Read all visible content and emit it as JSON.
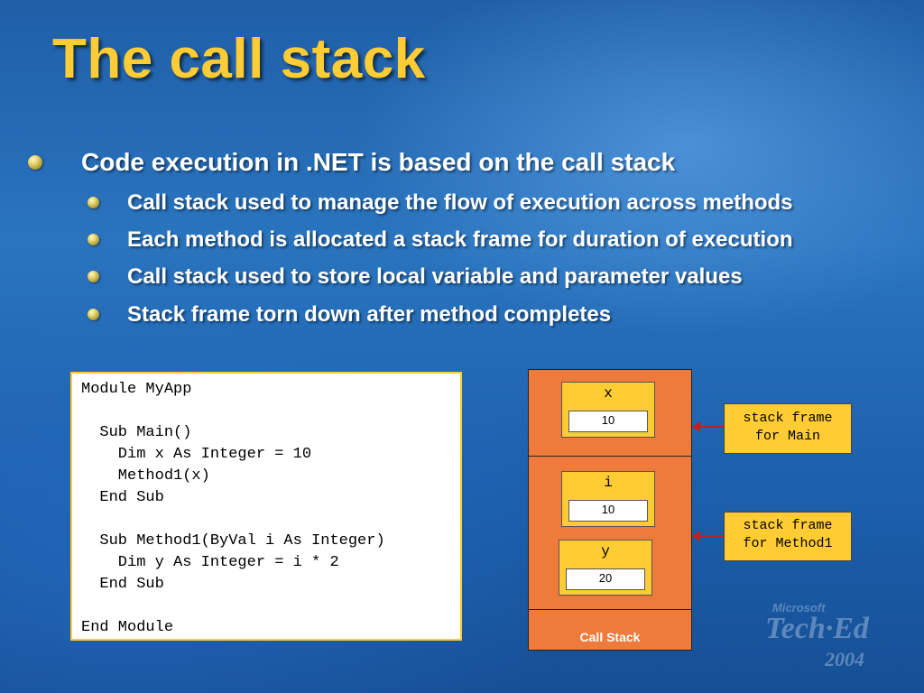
{
  "title": "The call stack",
  "bullets": {
    "main": "Code execution in .NET is based on the call stack",
    "sub": [
      "Call stack used to manage the flow of execution across methods",
      "Each method is allocated a stack frame for duration of execution",
      "Call stack used to store local variable and parameter values",
      "Stack frame torn down after method completes"
    ]
  },
  "code": {
    "lines": [
      "Module MyApp",
      "",
      "  Sub Main()",
      "    Dim x As Integer = 10",
      "    Method1(x)",
      "  End Sub",
      "",
      "  Sub Method1(ByVal i As Integer)",
      "    Dim y As Integer = i * 2",
      "  End Sub",
      "",
      "End Module"
    ]
  },
  "stack": {
    "label": "Call Stack",
    "vars": [
      {
        "name": "x",
        "value": "10"
      },
      {
        "name": "i",
        "value": "10"
      },
      {
        "name": "y",
        "value": "20"
      }
    ],
    "frames": [
      {
        "label_line1": "stack frame",
        "label_line2": "for Main"
      },
      {
        "label_line1": "stack frame",
        "label_line2": "for Method1"
      }
    ]
  },
  "logo": {
    "maker": "Microsoft",
    "name": "Tech·Ed",
    "year": "2004"
  },
  "colors": {
    "title": "#ffcc33",
    "stack": "#ee7a3c",
    "frame_label": "#ffcc33",
    "arrow": "#c0201e"
  }
}
